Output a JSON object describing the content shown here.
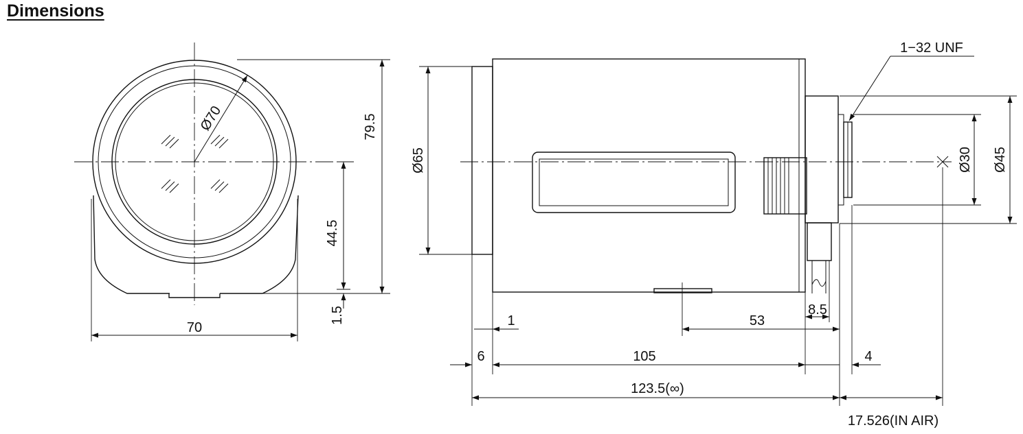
{
  "title": "Dimensions",
  "front_view": {
    "diameter": "Ø70",
    "width": "70",
    "height_total": "79.5",
    "center_height": "44.5",
    "base_offset": "1.5"
  },
  "side_view": {
    "diameter_front": "Ø65",
    "thread": "1−32 UNF",
    "diameter_mount": "Ø30",
    "diameter_flange": "Ø45",
    "dim_1": "1",
    "dim_6": "6",
    "dim_53": "53",
    "dim_8_5": "8.5",
    "dim_105": "105",
    "dim_4": "4",
    "overall_length": "123.5(∞)",
    "back_focus": "17.526(IN AIR)"
  }
}
